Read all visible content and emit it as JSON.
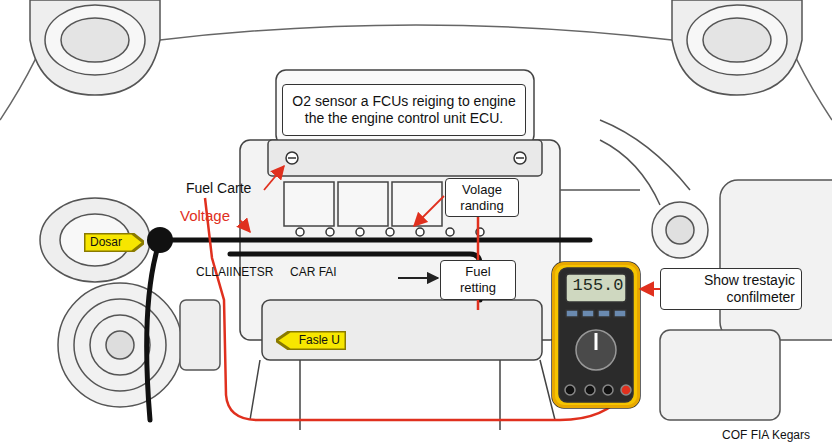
{
  "diagram": {
    "nodes": [
      {
        "text": [
          "O2 sensor a FCUs reiging to engine the the engine control unit ECU."
        ]
      },
      {
        "text": [
          "Volage randing"
        ]
      },
      {
        "text": [
          "Dosar"
        ]
      },
      {
        "text": [
          "Fuel retting"
        ]
      },
      {
        "text": [
          "155.0"
        ]
      },
      {
        "text": [
          "Show trestayic confilmeter"
        ]
      },
      {
        "text": [
          "Fasle U"
        ]
      }
    ],
    "edges": [
      {
        "from": 5,
        "to": 4,
        "arrow": "to"
      }
    ],
    "labels": [
      "Fuel Carte",
      "Voltage",
      "CLLAIINETSR",
      "CAR FAI",
      "COF FIA Kegars"
    ]
  }
}
